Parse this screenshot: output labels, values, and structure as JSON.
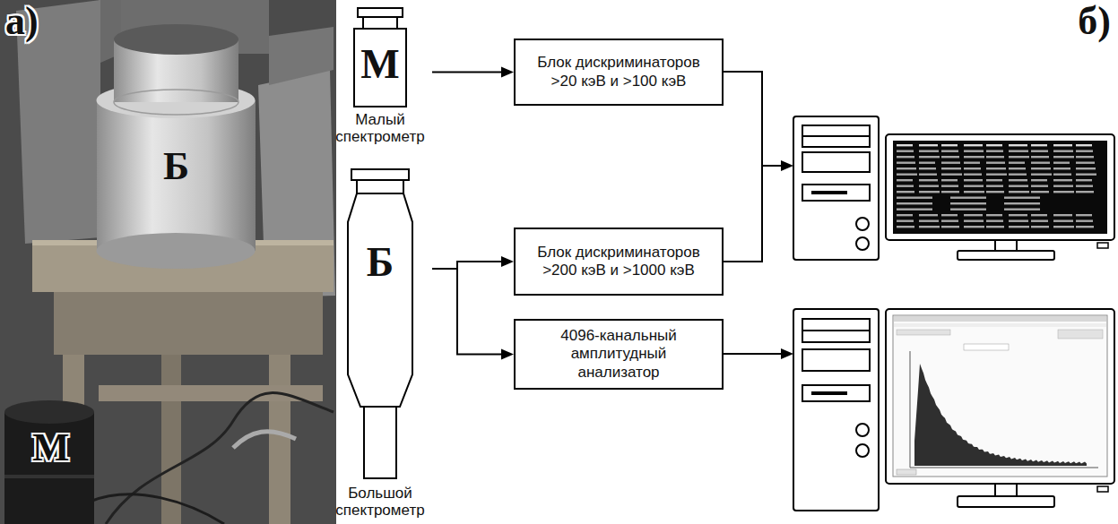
{
  "diagram": {
    "nodes": [
      {
        "text": [
          "М",
          "Малый спектрометр"
        ]
      },
      {
        "text": [
          "Блок дискриминаторов >20 кэВ и >100 кэВ"
        ]
      },
      {
        "text": [
          "Б",
          "Большой спектрометр"
        ]
      },
      {
        "text": [
          "Блок дискриминаторов >200 кэВ и >1000 кэВ"
        ]
      },
      {
        "text": [
          "4096-канальный амплитудный анализатор"
        ]
      }
    ],
    "edges": [
      {
        "from": 0,
        "to": 1,
        "arrow": "to"
      },
      {
        "from": 2,
        "to": 3,
        "arrow": "to"
      },
      {
        "from": 2,
        "to": 4,
        "arrow": "to"
      }
    ],
    "labels": [
      "а)",
      "Б",
      "М",
      "б)"
    ]
  }
}
